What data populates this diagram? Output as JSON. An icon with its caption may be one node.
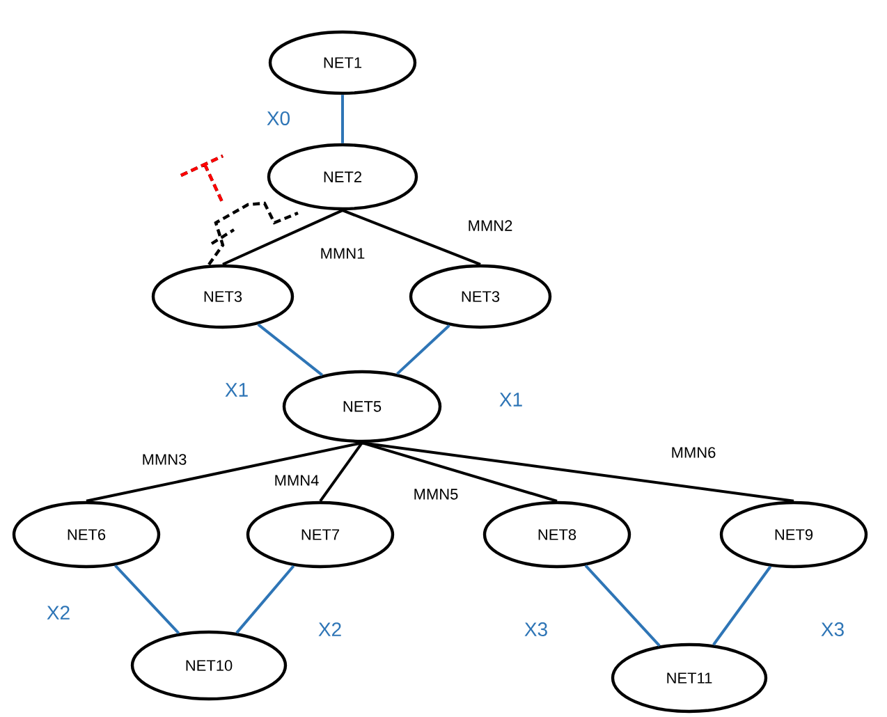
{
  "diagram": {
    "nodes": [
      {
        "text": [
          "NET1"
        ]
      },
      {
        "text": [
          "NET2"
        ]
      },
      {
        "text": [
          "NET3"
        ]
      },
      {
        "text": [
          "NET3"
        ]
      },
      {
        "text": [
          "NET5"
        ]
      },
      {
        "text": [
          "NET6"
        ]
      },
      {
        "text": [
          "NET7"
        ]
      },
      {
        "text": [
          "NET8"
        ]
      },
      {
        "text": [
          "NET9"
        ]
      },
      {
        "text": [
          "NET10"
        ]
      },
      {
        "text": [
          "NET11"
        ]
      }
    ],
    "edges": [
      {
        "from": 0,
        "to": 1,
        "arrow": "none",
        "label": "X0",
        "color": "#2e75b6"
      },
      {
        "from": 1,
        "to": 2,
        "arrow": "none",
        "label": "MMN1",
        "color": "#000000"
      },
      {
        "from": 1,
        "to": 3,
        "arrow": "none",
        "label": "MMN2",
        "color": "#000000"
      },
      {
        "from": 2,
        "to": 4,
        "arrow": "none",
        "label": "X1",
        "color": "#2e75b6"
      },
      {
        "from": 3,
        "to": 4,
        "arrow": "none",
        "label": "X1",
        "color": "#2e75b6"
      },
      {
        "from": 4,
        "to": 5,
        "arrow": "none",
        "label": "MMN3",
        "color": "#000000"
      },
      {
        "from": 4,
        "to": 6,
        "arrow": "none",
        "label": "MMN4",
        "color": "#000000"
      },
      {
        "from": 4,
        "to": 7,
        "arrow": "none",
        "label": "MMN5",
        "color": "#000000"
      },
      {
        "from": 4,
        "to": 8,
        "arrow": "none",
        "label": "MMN6",
        "color": "#000000"
      },
      {
        "from": 5,
        "to": 9,
        "arrow": "none",
        "label": "X2",
        "color": "#2e75b6"
      },
      {
        "from": 6,
        "to": 9,
        "arrow": "none",
        "label": "X2",
        "color": "#2e75b6"
      },
      {
        "from": 7,
        "to": 10,
        "arrow": "none",
        "label": "X3",
        "color": "#2e75b6"
      },
      {
        "from": 8,
        "to": 10,
        "arrow": "none",
        "label": "X3",
        "color": "#2e75b6"
      }
    ]
  }
}
